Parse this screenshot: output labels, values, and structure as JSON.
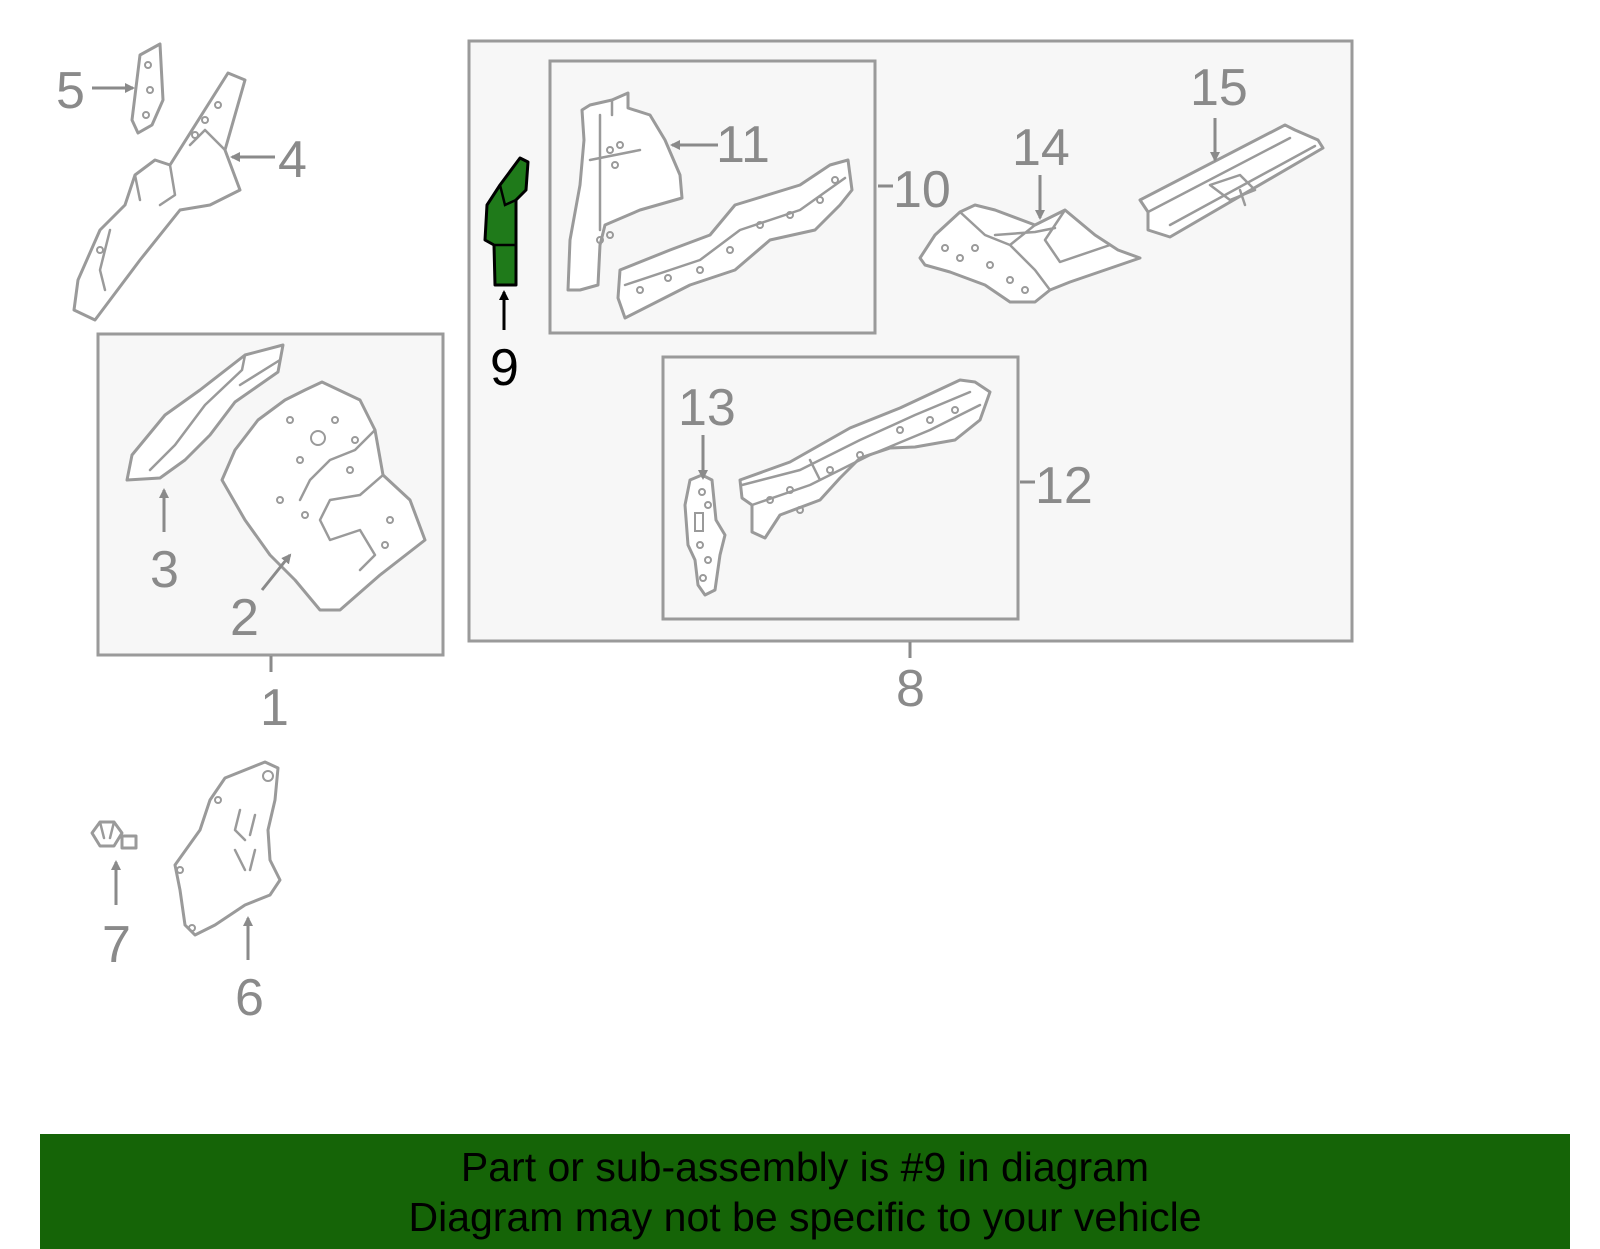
{
  "callouts": {
    "c1": "1",
    "c2": "2",
    "c3": "3",
    "c4": "4",
    "c5": "5",
    "c6": "6",
    "c7": "7",
    "c8": "8",
    "c9": "9",
    "c10": "10",
    "c11": "11",
    "c12": "12",
    "c13": "13",
    "c14": "14",
    "c15": "15"
  },
  "highlight": {
    "part": "9",
    "color": "#1f7a1a"
  },
  "banner": {
    "line1": "Part or sub-assembly is #9 in diagram",
    "line2": "Diagram may not be specific to your vehicle",
    "color": "#156407"
  }
}
